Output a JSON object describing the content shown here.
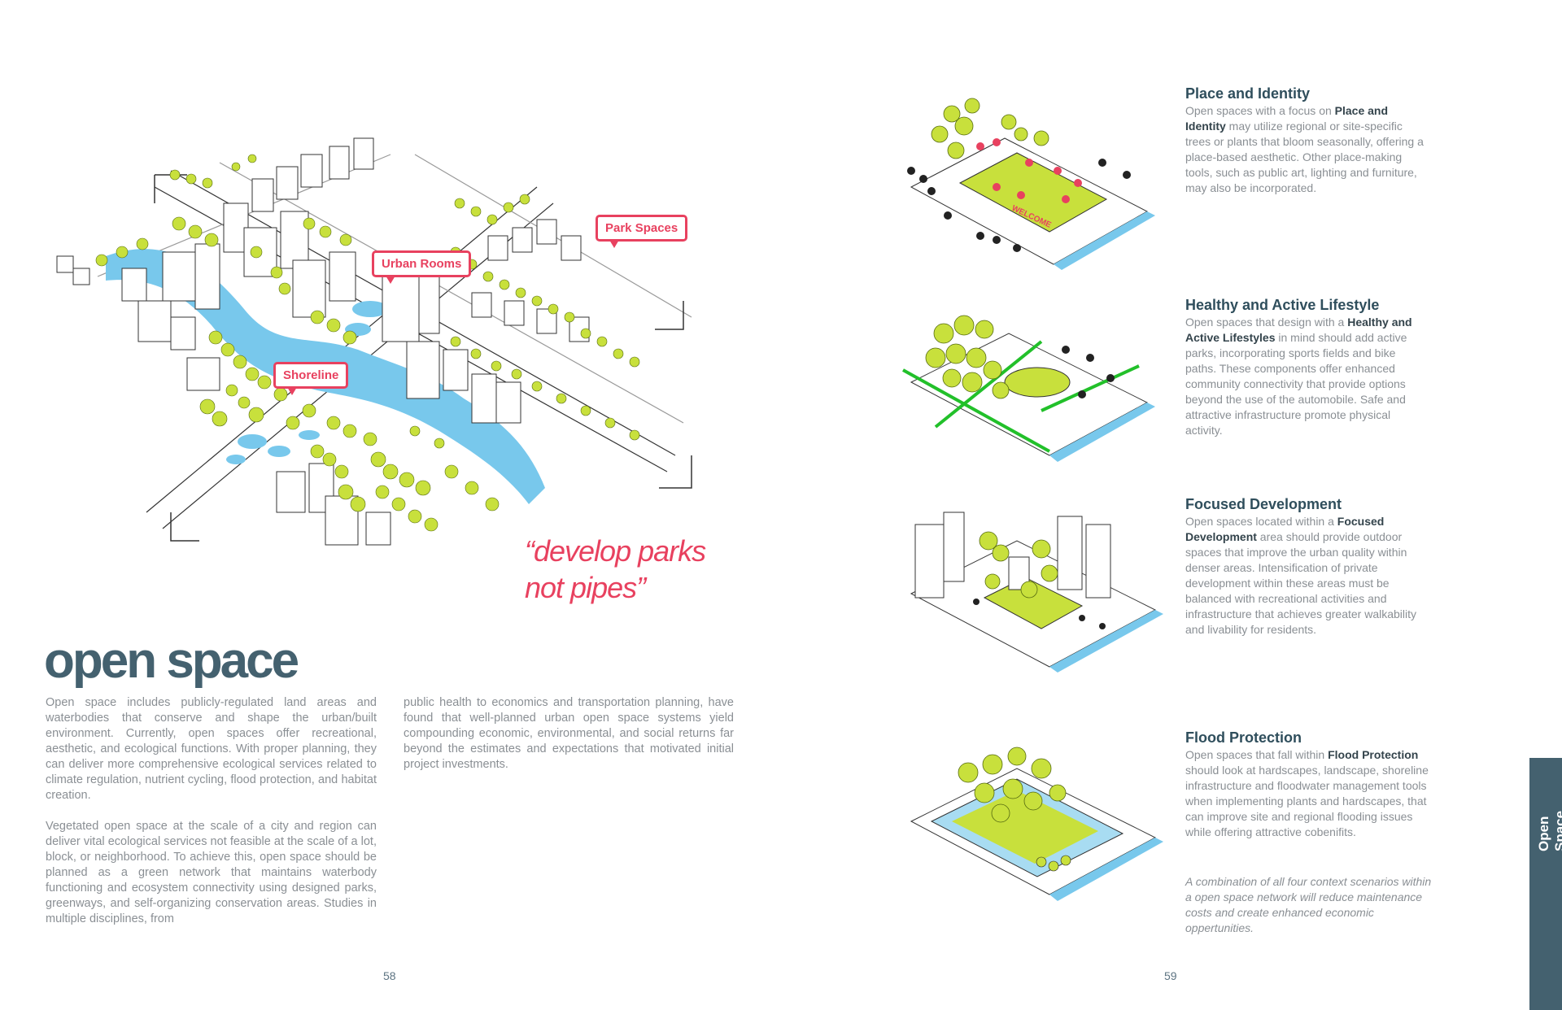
{
  "hero": {
    "callouts": {
      "park_spaces": "Park Spaces",
      "urban_rooms": "Urban Rooms",
      "shoreline": "Shoreline"
    },
    "quote_line1": "“develop parks",
    "quote_line2": "not pipes”"
  },
  "left_page": {
    "title": "open space",
    "col1": {
      "p1": "Open space includes publicly-regulated land areas and waterbodies that conserve and shape the urban/built environment. Currently, open spaces offer recreational, aesthetic, and ecological functions. With proper planning, they can deliver more comprehensive ecological services related to climate regulation, nutrient cycling, flood protection, and habitat creation.",
      "p2": "Vegetated open space at the scale of a city and region can deliver vital ecological services not feasible at the scale of a lot, block, or neighborhood. To achieve this, open space should be planned as a green network that maintains waterbody functioning and ecosystem connectivity using designed parks, greenways, and self-organizing conservation areas. Studies in multiple disciplines, from"
    },
    "col2": {
      "p1": "public health to economics and transportation planning, have found that well-planned urban open space systems yield compounding economic, environmental, and social returns far beyond the estimates and expectations that motivated initial project investments."
    },
    "page_number": "58"
  },
  "right_page": {
    "sections": [
      {
        "title": "Place and Identity",
        "pre": "Open spaces with a focus on ",
        "bold": "Place and Identity",
        "post": " may utilize regional or site-specific trees or plants that bloom seasonally, offering a place-based aesthetic. Other place-making tools, such as public art, lighting and furniture, may also be incorporated."
      },
      {
        "title": "Healthy and Active Lifestyle",
        "pre": "Open spaces that design with a ",
        "bold": "Healthy and Active Lifestyles",
        "post": " in mind should add active parks, incorporating sports fields and bike paths. These components offer enhanced community connectivity that provide options beyond the use of the automobile. Safe and attractive infrastructure promote physical activity."
      },
      {
        "title": "Focused Development",
        "pre": "Open spaces located within a ",
        "bold": "Focused Development",
        "post": " area should provide outdoor spaces that improve the urban quality within denser areas. Intensification of private development within these areas must be balanced with recreational activities and infrastructure that achieves greater walkability and livability for residents."
      },
      {
        "title": "Flood Protection",
        "pre": "Open spaces that fall within ",
        "bold": "Flood Protection",
        "post": " should look at hardscapes, landscape, shoreline infrastructure and floodwater management tools when implementing plants and hardscapes, that can improve site and regional flooding issues while offering attractive cobenifits."
      }
    ],
    "note": "A combination of all four context scenarios within a open space network will reduce maintenance costs and create enhanced economic oppertunities.",
    "page_number": "59",
    "side_tab": "Open Space",
    "welcome_sign": "WELCOME"
  },
  "colors": {
    "accent_pink": "#e8415f",
    "title_slate": "#44616f",
    "tree_green": "#c8e03c",
    "water_blue": "#78c8ec",
    "path_green": "#22c02a"
  }
}
